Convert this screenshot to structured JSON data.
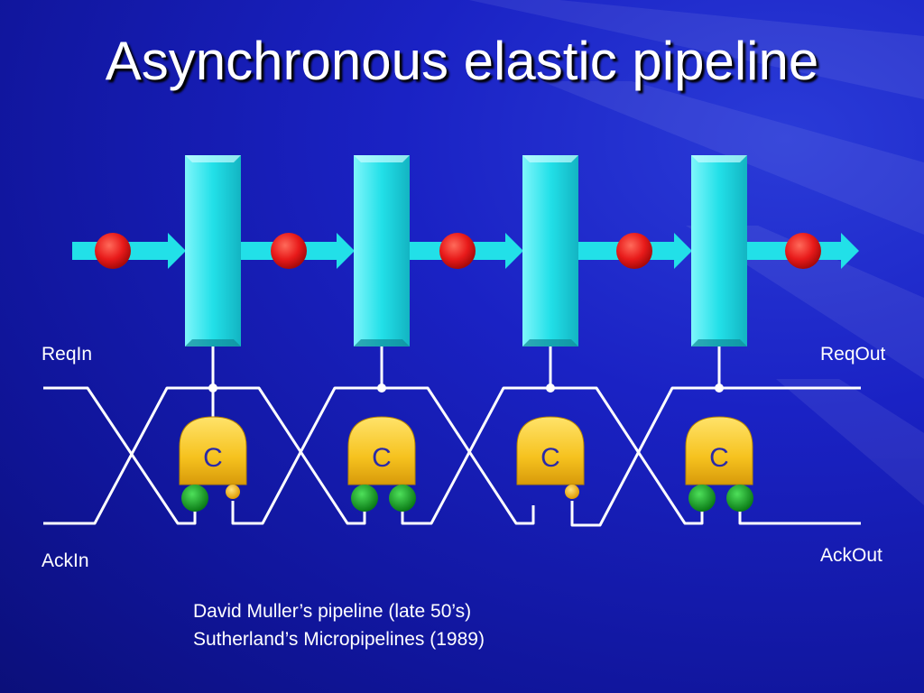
{
  "slide": {
    "title": "Asynchronous elastic pipeline"
  },
  "signals": {
    "req_in": "ReqIn",
    "req_out": "ReqOut",
    "ack_in": "AckIn",
    "ack_out": "AckOut"
  },
  "c_elements": [
    {
      "label": "C",
      "inputs": [
        "green",
        "yellow"
      ]
    },
    {
      "label": "C",
      "inputs": [
        "green",
        "green"
      ]
    },
    {
      "label": "C",
      "inputs": [
        "yellow"
      ]
    },
    {
      "label": "C",
      "inputs": [
        "green",
        "green"
      ]
    }
  ],
  "notes": [
    "David Muller’s pipeline (late 50’s)",
    "Sutherland’s Micropipelines (1989)"
  ],
  "colors": {
    "register": "#22e0e8",
    "token": "#e81a1a",
    "c_gate": "#f6c21e",
    "green_dot": "#11a822",
    "yellow_dot": "#ffc31a",
    "wire": "#ffffff"
  }
}
